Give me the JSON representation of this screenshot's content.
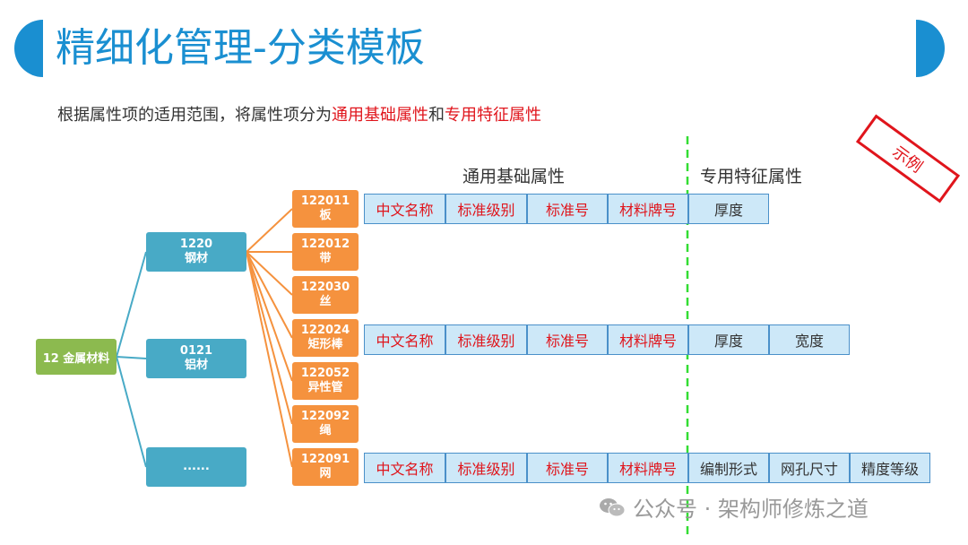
{
  "title": "精细化管理-分类模板",
  "subtitle": {
    "prefix": "根据属性项的适用范围，将属性项分为",
    "hl1": "通用基础属性",
    "mid": "和",
    "hl2": "专用特征属性"
  },
  "sections": {
    "common": "通用基础属性",
    "special": "专用特征属性"
  },
  "stamp": "示例",
  "tree": {
    "root": "12 金属材料",
    "level1": [
      {
        "code": "1220",
        "name": "钢材"
      },
      {
        "code": "0121",
        "name": "铝材"
      },
      {
        "code": "......",
        "name": ""
      }
    ],
    "level2": [
      {
        "code": "122011",
        "name": "板"
      },
      {
        "code": "122012",
        "name": "带"
      },
      {
        "code": "122030",
        "name": "丝"
      },
      {
        "code": "122024",
        "name": "矩形棒"
      },
      {
        "code": "122052",
        "name": "异性管"
      },
      {
        "code": "122092",
        "name": "绳"
      },
      {
        "code": "122091",
        "name": "网"
      }
    ]
  },
  "attribute_rows": [
    {
      "common": [
        "中文名称",
        "标准级别",
        "标准号",
        "材料牌号"
      ],
      "special": [
        "厚度"
      ]
    },
    {
      "common": [
        "中文名称",
        "标准级别",
        "标准号",
        "材料牌号"
      ],
      "special": [
        "厚度",
        "宽度"
      ]
    },
    {
      "common": [
        "中文名称",
        "标准级别",
        "标准号",
        "材料牌号"
      ],
      "special": [
        "编制形式",
        "网孔尺寸",
        "精度等级"
      ]
    }
  ],
  "watermark": "公众号 · 架构师修炼之道",
  "colors": {
    "title_blue": "#1a8fd1",
    "highlight_red": "#e0151c",
    "root_green": "#8cba4f",
    "level1_teal": "#48aac6",
    "level2_orange": "#f5923e",
    "cell_fill": "#cde8f8",
    "divider_green": "#33dd33"
  }
}
